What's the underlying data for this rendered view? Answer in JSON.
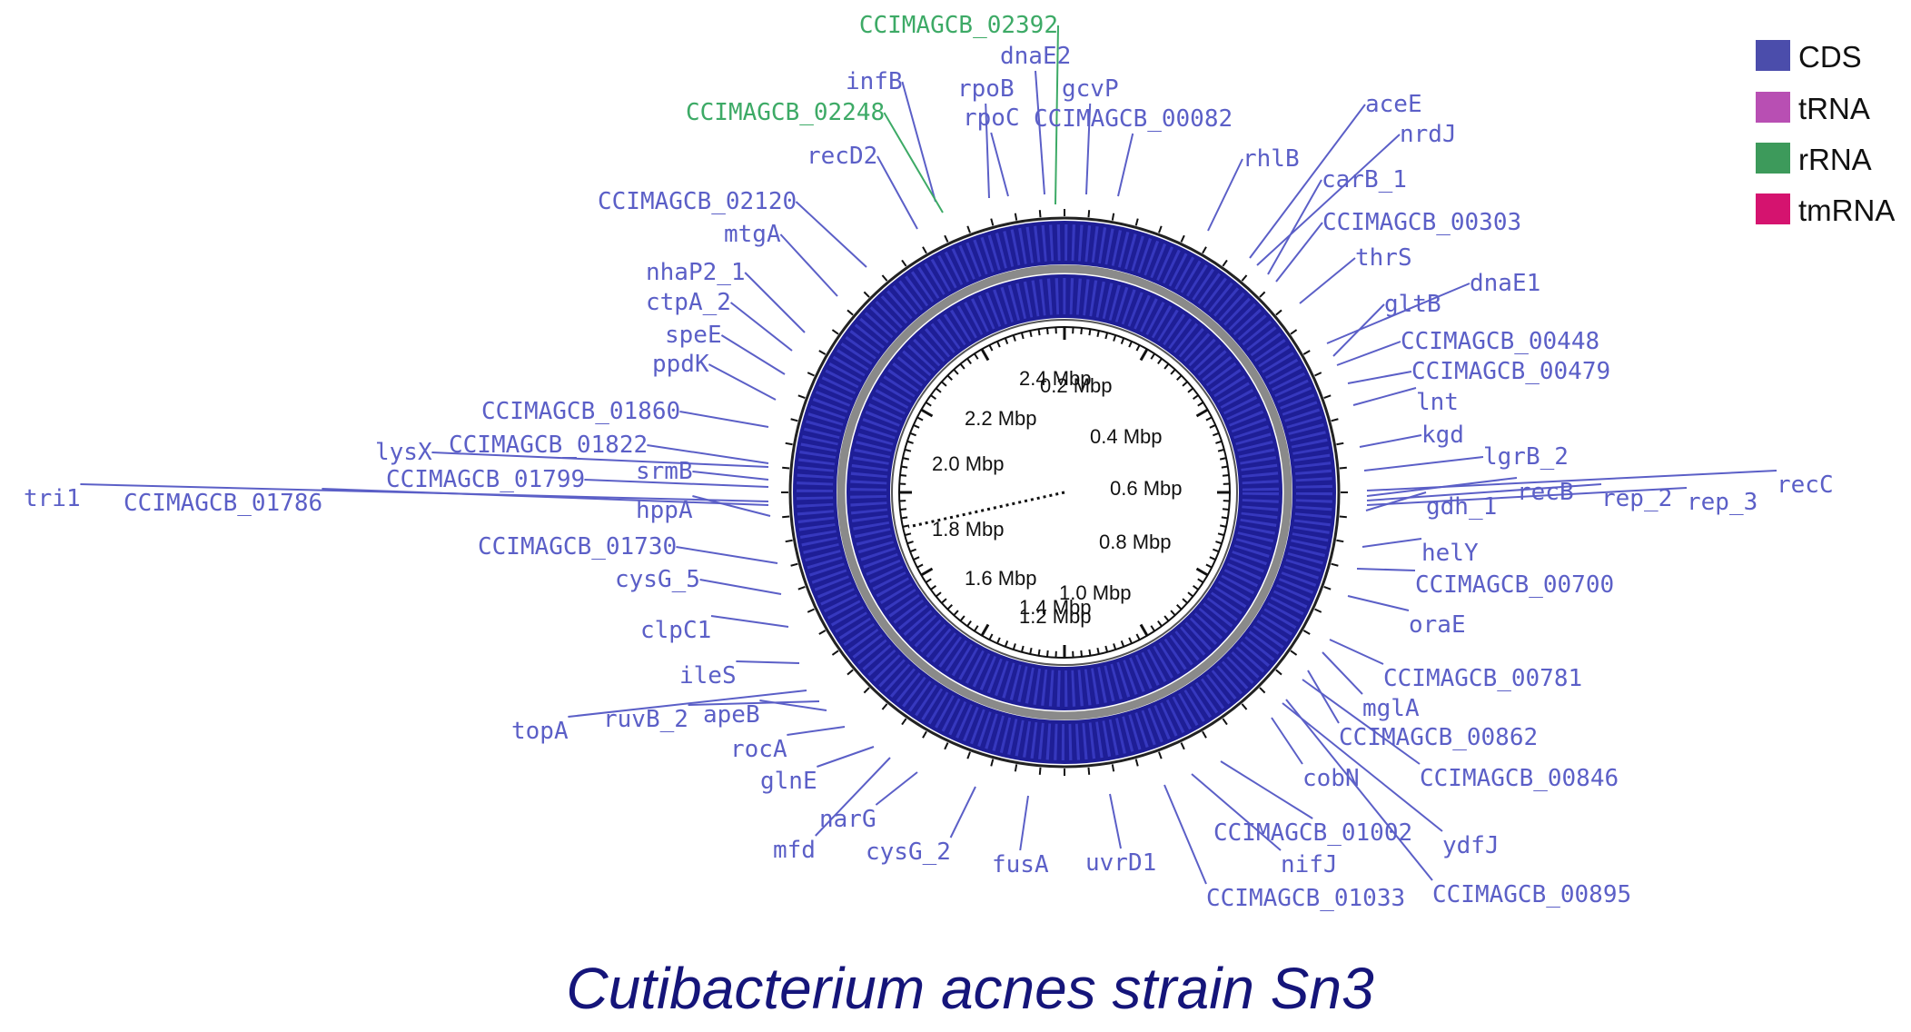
{
  "title": "Cutibacterium acnes strain Sn3",
  "legend": [
    {
      "label": "CDS",
      "color": "#4b4dab"
    },
    {
      "label": "tRNA",
      "color": "#b84fb3"
    },
    {
      "label": "rRNA",
      "color": "#3d9a5b"
    },
    {
      "label": "tmRNA",
      "color": "#d5136f"
    }
  ],
  "colors": {
    "cds_label": "#5b5fc7",
    "rrna_label": "#3daa66",
    "ring_fill": "#1e1e96",
    "backbone": "#222222",
    "gray_track": "#8a8a8a"
  },
  "scale_labels": [
    "0.2 Mbp",
    "0.4 Mbp",
    "0.6 Mbp",
    "0.8 Mbp",
    "1.0 Mbp",
    "1.2 Mbp",
    "1.4 Mbp",
    "1.6 Mbp",
    "1.8 Mbp",
    "2.0 Mbp",
    "2.2 Mbp",
    "2.4 Mbp"
  ],
  "genes": [
    {
      "name": "CCIMAGCB_02392",
      "type": "rRNA"
    },
    {
      "name": "dnaE2",
      "type": "CDS"
    },
    {
      "name": "rpoB",
      "type": "CDS"
    },
    {
      "name": "gcvP",
      "type": "CDS"
    },
    {
      "name": "rpoC",
      "type": "CDS"
    },
    {
      "name": "CCIMAGCB_00082",
      "type": "CDS"
    },
    {
      "name": "infB",
      "type": "CDS"
    },
    {
      "name": "CCIMAGCB_02248",
      "type": "rRNA"
    },
    {
      "name": "recD2",
      "type": "CDS"
    },
    {
      "name": "rhlB",
      "type": "CDS"
    },
    {
      "name": "aceE",
      "type": "CDS"
    },
    {
      "name": "nrdJ",
      "type": "CDS"
    },
    {
      "name": "carB_1",
      "type": "CDS"
    },
    {
      "name": "CCIMAGCB_00303",
      "type": "CDS"
    },
    {
      "name": "thrS",
      "type": "CDS"
    },
    {
      "name": "dnaE1",
      "type": "CDS"
    },
    {
      "name": "gltB",
      "type": "CDS"
    },
    {
      "name": "CCIMAGCB_00448",
      "type": "CDS"
    },
    {
      "name": "CCIMAGCB_00479",
      "type": "CDS"
    },
    {
      "name": "lnt",
      "type": "CDS"
    },
    {
      "name": "kgd",
      "type": "CDS"
    },
    {
      "name": "lgrB_2",
      "type": "CDS"
    },
    {
      "name": "recC",
      "type": "CDS"
    },
    {
      "name": "recB",
      "type": "CDS"
    },
    {
      "name": "rep_2",
      "type": "CDS"
    },
    {
      "name": "rep_3",
      "type": "CDS"
    },
    {
      "name": "gdh_1",
      "type": "CDS"
    },
    {
      "name": "helY",
      "type": "CDS"
    },
    {
      "name": "CCIMAGCB_00700",
      "type": "CDS"
    },
    {
      "name": "oraE",
      "type": "CDS"
    },
    {
      "name": "CCIMAGCB_00781",
      "type": "CDS"
    },
    {
      "name": "mglA",
      "type": "CDS"
    },
    {
      "name": "CCIMAGCB_00862",
      "type": "CDS"
    },
    {
      "name": "CCIMAGCB_00846",
      "type": "CDS"
    },
    {
      "name": "cobN",
      "type": "CDS"
    },
    {
      "name": "ydfJ",
      "type": "CDS"
    },
    {
      "name": "CCIMAGCB_01002",
      "type": "CDS"
    },
    {
      "name": "nifJ",
      "type": "CDS"
    },
    {
      "name": "CCIMAGCB_01033",
      "type": "CDS"
    },
    {
      "name": "CCIMAGCB_00895",
      "type": "CDS"
    },
    {
      "name": "uvrD1",
      "type": "CDS"
    },
    {
      "name": "fusA",
      "type": "CDS"
    },
    {
      "name": "cysG_2",
      "type": "CDS"
    },
    {
      "name": "narG",
      "type": "CDS"
    },
    {
      "name": "mfd",
      "type": "CDS"
    },
    {
      "name": "glnE",
      "type": "CDS"
    },
    {
      "name": "rocA",
      "type": "CDS"
    },
    {
      "name": "apeB",
      "type": "CDS"
    },
    {
      "name": "ruvB_2",
      "type": "CDS"
    },
    {
      "name": "topA",
      "type": "CDS"
    },
    {
      "name": "ileS",
      "type": "CDS"
    },
    {
      "name": "clpC1",
      "type": "CDS"
    },
    {
      "name": "cysG_5",
      "type": "CDS"
    },
    {
      "name": "CCIMAGCB_01730",
      "type": "CDS"
    },
    {
      "name": "hppA",
      "type": "CDS"
    },
    {
      "name": "tri1",
      "type": "CDS"
    },
    {
      "name": "CCIMAGCB_01786",
      "type": "CDS"
    },
    {
      "name": "CCIMAGCB_01799",
      "type": "CDS"
    },
    {
      "name": "srmB",
      "type": "CDS"
    },
    {
      "name": "lysX",
      "type": "CDS"
    },
    {
      "name": "CCIMAGCB_01822",
      "type": "CDS"
    },
    {
      "name": "CCIMAGCB_01860",
      "type": "CDS"
    },
    {
      "name": "ppdK",
      "type": "CDS"
    },
    {
      "name": "speE",
      "type": "CDS"
    },
    {
      "name": "ctpA_2",
      "type": "CDS"
    },
    {
      "name": "nhaP2_1",
      "type": "CDS"
    },
    {
      "name": "mtgA",
      "type": "CDS"
    },
    {
      "name": "CCIMAGCB_02120",
      "type": "CDS"
    }
  ]
}
